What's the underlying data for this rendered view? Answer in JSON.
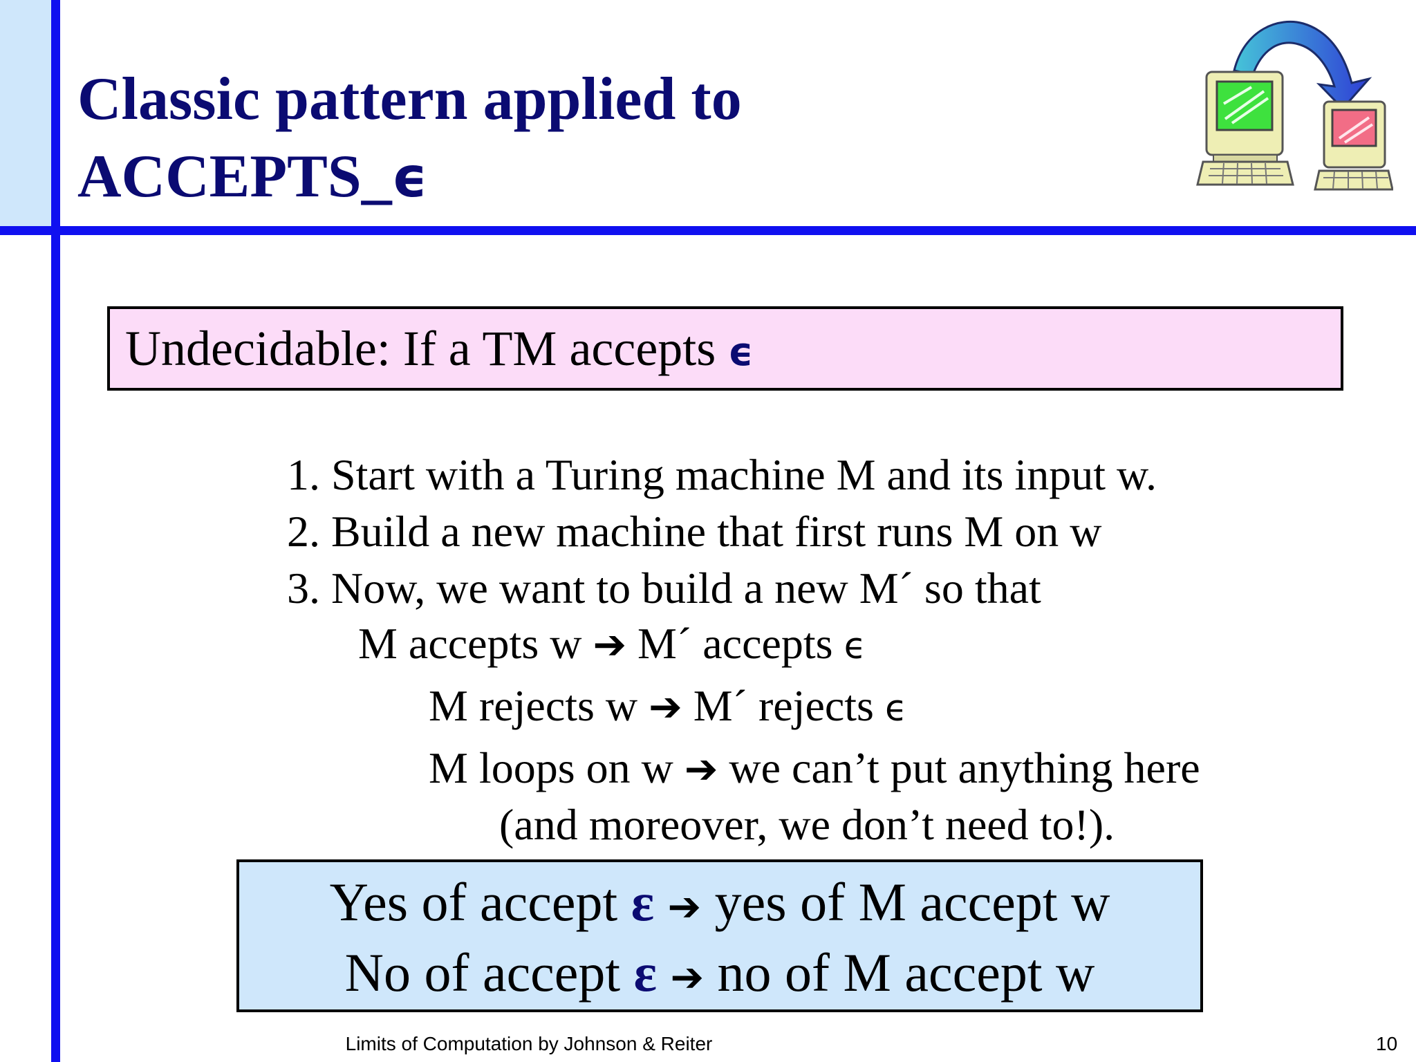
{
  "slide": {
    "title_line1": "Classic pattern applied to",
    "title_line2_prefix": "ACCEPTS_",
    "title_line2_symbol": "ϵ",
    "logo_icon": "two-computers-transfer-icon"
  },
  "box1": {
    "text": "Undecidable: If a TM accepts ",
    "symbol": "ϵ",
    "background": "#fcdcf8"
  },
  "steps": {
    "s1": "1. Start with a Turing machine M and its input w.",
    "s2": "2.  Build a new machine that first runs M on w",
    "s3": "3.   Now, we want to build a new M´ so that",
    "c1_left": "M accepts w",
    "c1_right": "M´ accepts ",
    "c2_left": "M rejects w",
    "c2_right": "M´ rejects ",
    "c3_left": "M loops on w",
    "c3_right": "we can’t put anything here",
    "c4": "(and moreover, we don’t need to!).",
    "arrow": "➔",
    "symbol": "ϵ"
  },
  "box2": {
    "l1_a": "Yes of accept ",
    "l1_b": "yes of M accept w",
    "l2_a": "No of accept ",
    "l2_b": "no of M accept w",
    "greek": "ε",
    "arrow": "➔",
    "background": "#cfe7fb"
  },
  "footer": {
    "credit": "Limits of Computation by Johnson & Reiter",
    "page": "10"
  },
  "colors": {
    "accent_blue": "#1010f0",
    "title_navy": "#0b0b72",
    "side_band": "#cfe7fb"
  }
}
